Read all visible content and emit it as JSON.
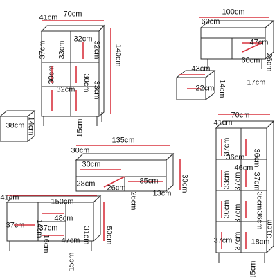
{
  "diagram": {
    "dimension_color": "#d9333f",
    "line_color": "#2b2b2b",
    "labels": {
      "a_width": "70cm",
      "a_depth": "41cm",
      "a_height": "140cm",
      "a_s1": "37cm",
      "a_s2": "33cm",
      "a_s3": "32cm",
      "a_s4": "32cm",
      "a_s5": "30cm",
      "a_s6": "30cm",
      "a_s7": "32cm",
      "a_s8": "33cm",
      "a_leg": "15cm",
      "b_width": "100cm",
      "b_depth": "60cm",
      "b_in1": "47cm",
      "b_in2": "60cm",
      "b_in3": "26cm",
      "b_dr1": "43cm",
      "b_dr2": "22cm",
      "b_dr3": "14cm",
      "b_leg": "17cm",
      "c_left": "38cm",
      "c_left2": "14cm",
      "d_width": "135cm",
      "d_depth": "30cm",
      "d_in1": "30cm",
      "d_in2": "28cm",
      "d_in3": "26cm",
      "d_in4": "85cm",
      "d_in5": "26cm",
      "d_in6": "13cm",
      "d_height": "30cm",
      "e_width": "150cm",
      "e_depth": "41cm",
      "e_in1": "37cm",
      "e_in2": "48cm",
      "e_in3": "14cm",
      "e_in4": "37cm",
      "e_in5": "16cm",
      "e_in6": "47cm",
      "e_in7": "31cm",
      "e_height": "50cm",
      "e_leg": "15cm",
      "f_width": "70cm",
      "f_depth": "41cm",
      "f_l1": "37cm",
      "f_l2": "36cm",
      "f_l3": "33cm",
      "f_l4": "37cm",
      "f_l5": "30cm",
      "f_l6": "37cm",
      "f_m1": "46cm",
      "f_r1": "36cm",
      "f_r2": "37cm",
      "f_r3": "36cm",
      "f_r4": "36cm",
      "f_r5": "18cm",
      "f_r6": "37cm",
      "f_leg": "15cm",
      "f_h1": "31cm",
      "f_h2": "37cm"
    }
  }
}
